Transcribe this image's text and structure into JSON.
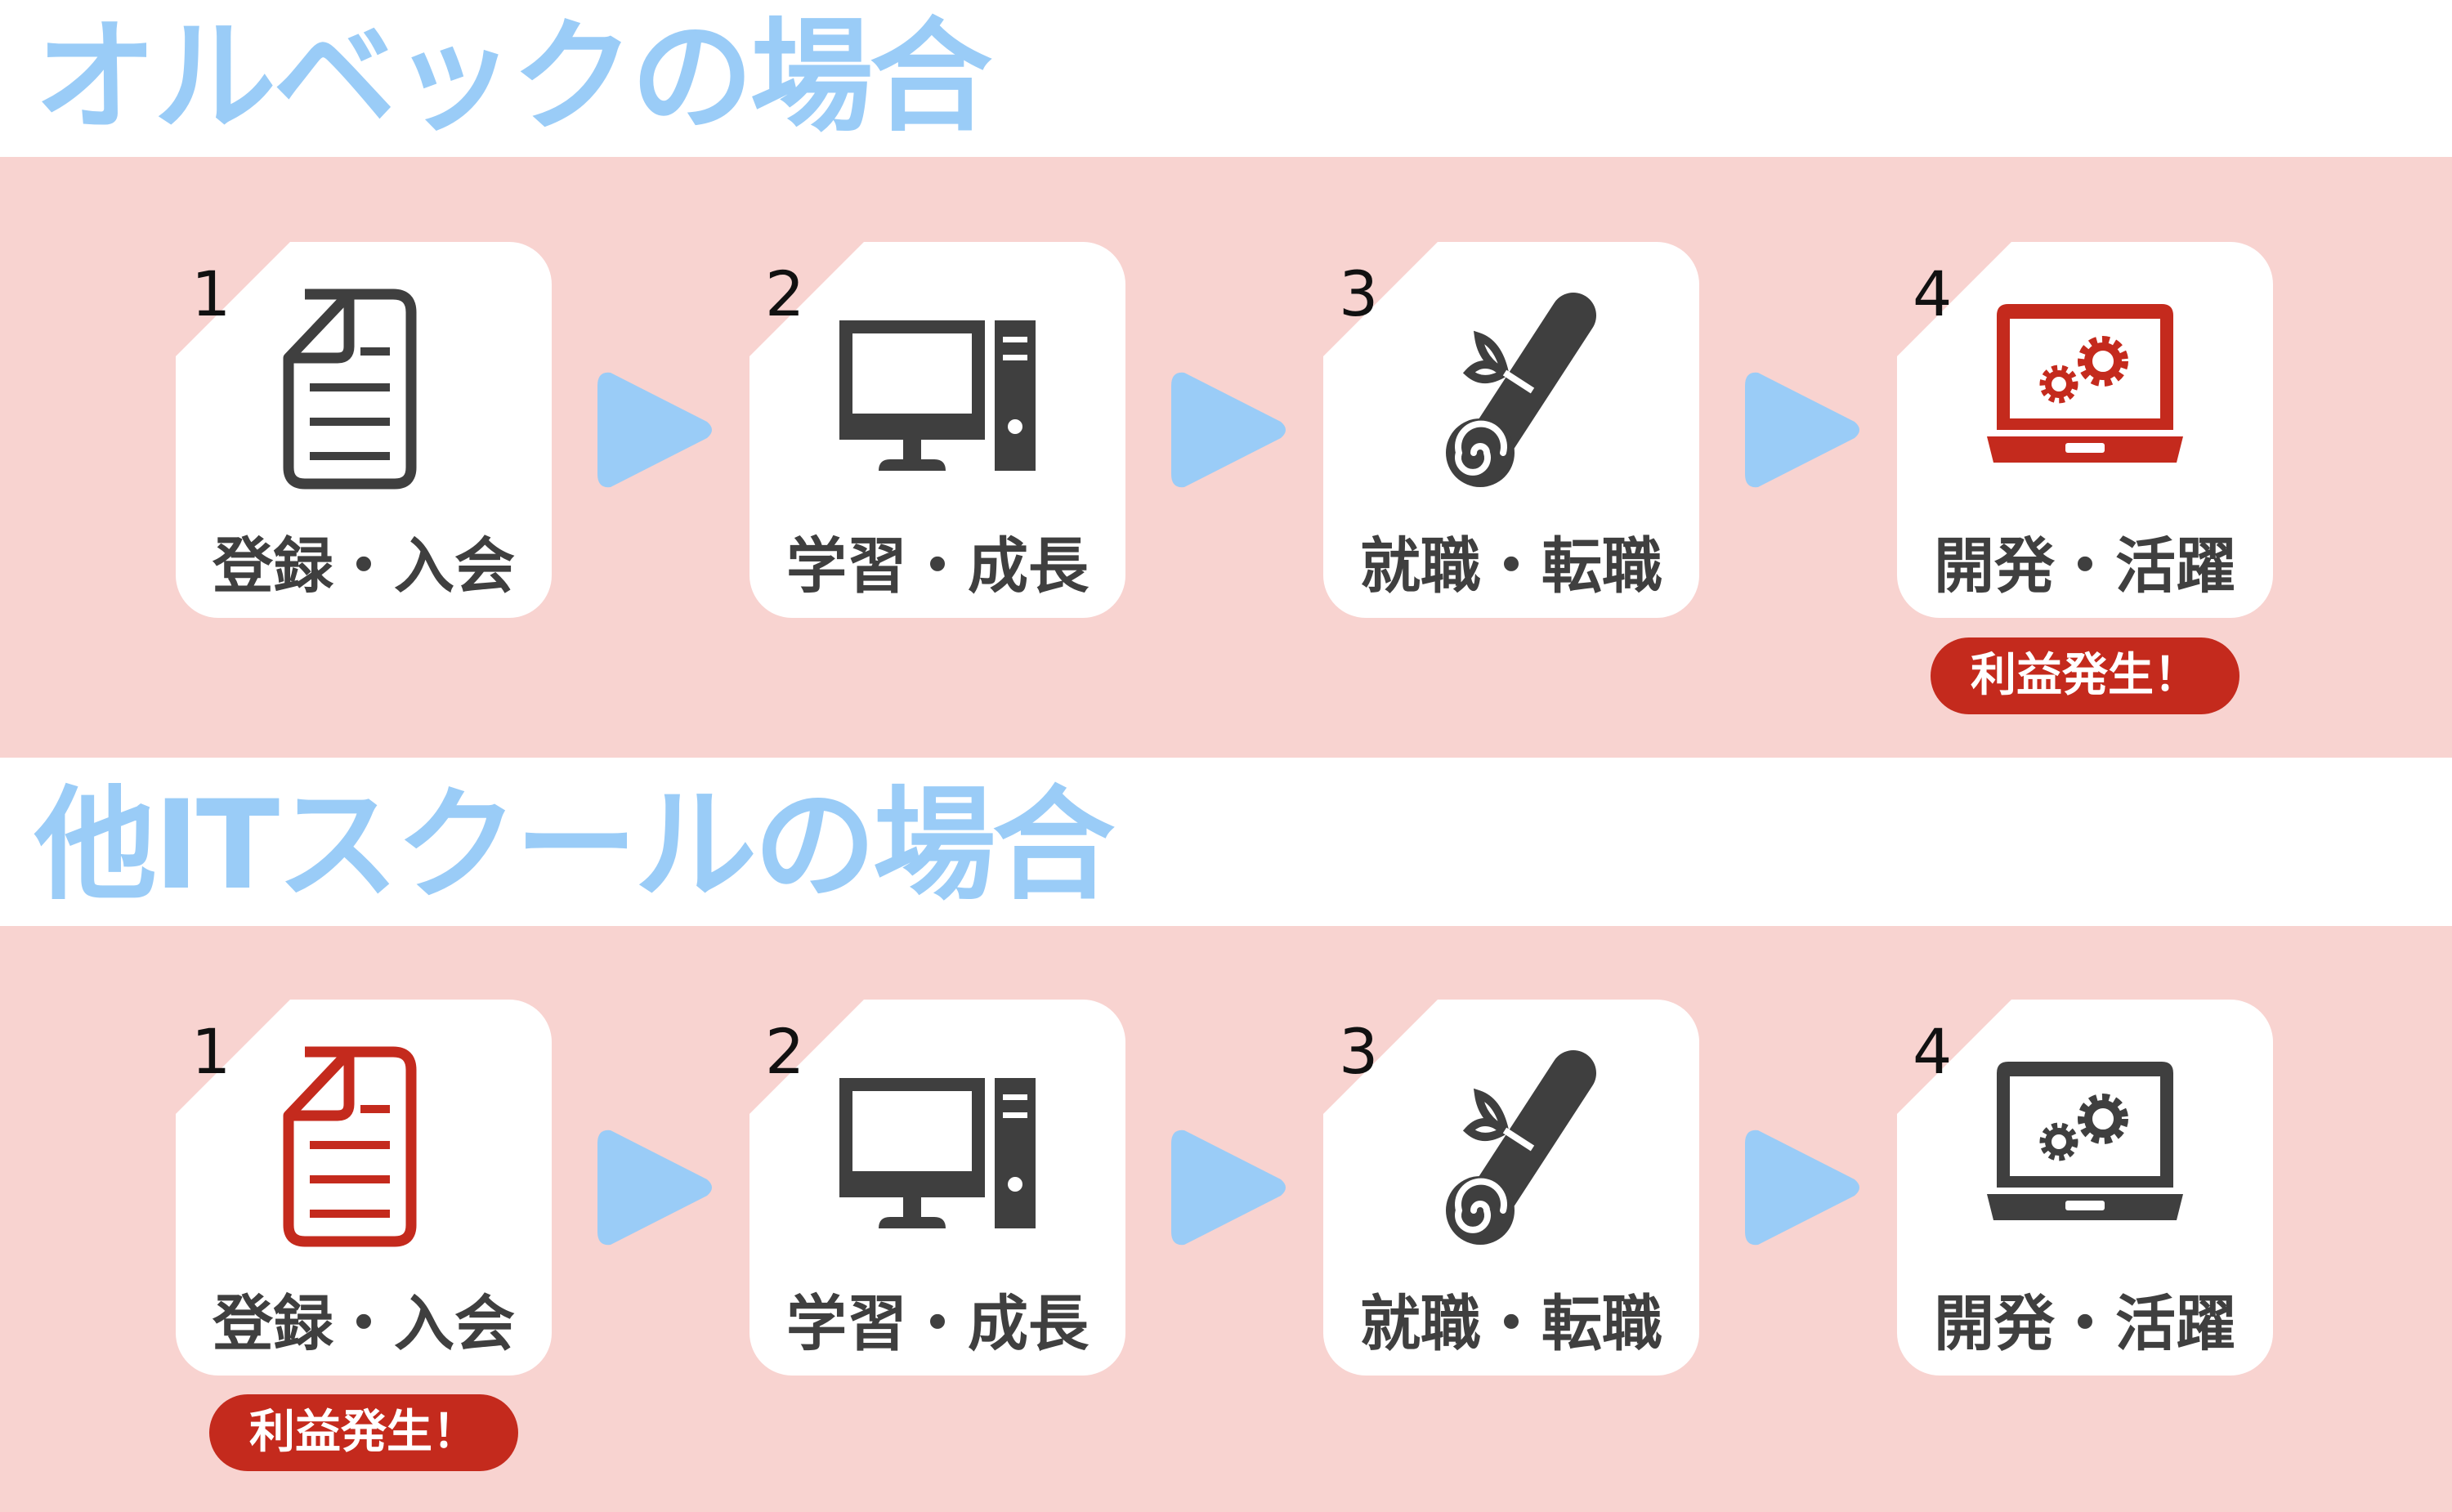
{
  "colors": {
    "title": "#9ACCF7",
    "band": "#F8D3D0",
    "arrow": "#9ACCF7",
    "icon": "#3F3F3F",
    "highlight": "#C42A1D"
  },
  "sections": [
    {
      "title": "オルベックの場合",
      "steps": [
        {
          "number": "1",
          "label": "登録・入会",
          "icon": "document-icon"
        },
        {
          "number": "2",
          "label": "学習・成長",
          "icon": "desktop-computer-icon"
        },
        {
          "number": "3",
          "label": "就職・転職",
          "icon": "diploma-scroll-icon"
        },
        {
          "number": "4",
          "label": "開発・活躍",
          "icon": "laptop-gears-icon",
          "highlighted": true
        }
      ],
      "profit_badge": {
        "label": "利益発生！",
        "step": "4"
      }
    },
    {
      "title": "他ITスクールの場合",
      "steps": [
        {
          "number": "1",
          "label": "登録・入会",
          "icon": "document-icon",
          "highlighted": true
        },
        {
          "number": "2",
          "label": "学習・成長",
          "icon": "desktop-computer-icon"
        },
        {
          "number": "3",
          "label": "就職・転職",
          "icon": "diploma-scroll-icon"
        },
        {
          "number": "4",
          "label": "開発・活躍",
          "icon": "laptop-gears-icon"
        }
      ],
      "profit_badge": {
        "label": "利益発生！",
        "step": "1"
      }
    }
  ]
}
